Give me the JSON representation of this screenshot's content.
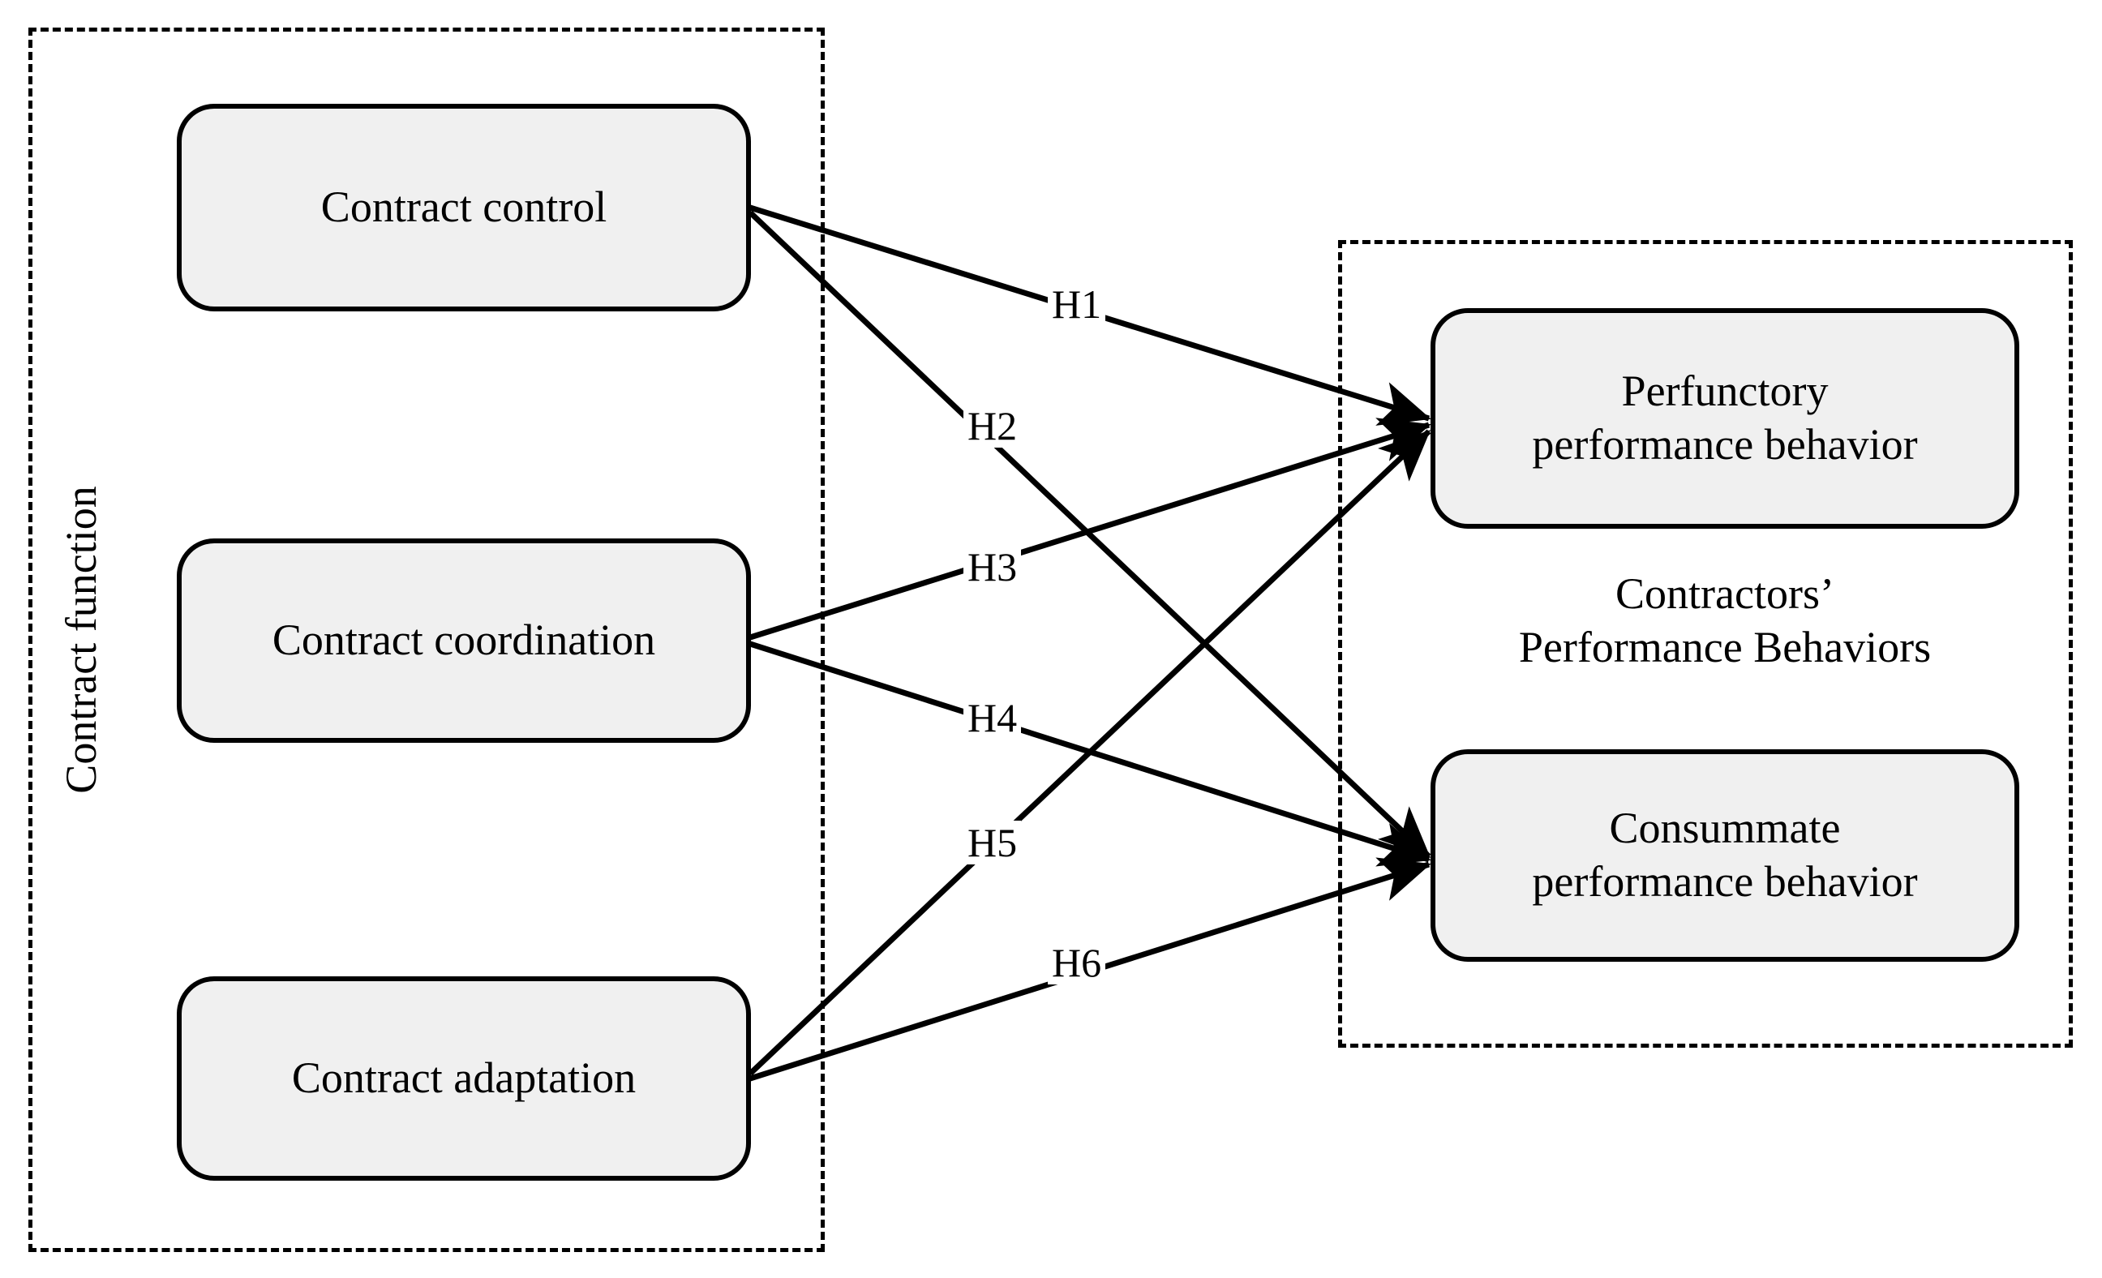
{
  "diagram": {
    "title_vertical": "Contract function",
    "groups": {
      "left": {
        "caption": "Contract function"
      },
      "right": {
        "caption": "Contractors’\nPerformance Behaviors"
      }
    },
    "nodes": {
      "contract_control": "Contract control",
      "contract_coordination": "Contract coordination",
      "contract_adaptation": "Contract adaptation",
      "perfunctory": "Perfunctory\nperformance behavior",
      "consummate": "Consummate\nperformance behavior"
    },
    "edge_labels": {
      "h1": "H1",
      "h2": "H2",
      "h3": "H3",
      "h4": "H4",
      "h5": "H5",
      "h6": "H6"
    },
    "edges": [
      {
        "id": "h1",
        "label": "H1",
        "from": "contract_control",
        "to": "perfunctory"
      },
      {
        "id": "h2",
        "label": "H2",
        "from": "contract_control",
        "to": "consummate"
      },
      {
        "id": "h3",
        "label": "H3",
        "from": "contract_coordination",
        "to": "perfunctory"
      },
      {
        "id": "h4",
        "label": "H4",
        "from": "contract_coordination",
        "to": "consummate"
      },
      {
        "id": "h5",
        "label": "H5",
        "from": "contract_adaptation",
        "to": "perfunctory"
      },
      {
        "id": "h6",
        "label": "H6",
        "from": "contract_adaptation",
        "to": "consummate"
      }
    ],
    "colors": {
      "node_fill": "#f0f0f0",
      "stroke": "#000000",
      "background": "#ffffff"
    }
  }
}
